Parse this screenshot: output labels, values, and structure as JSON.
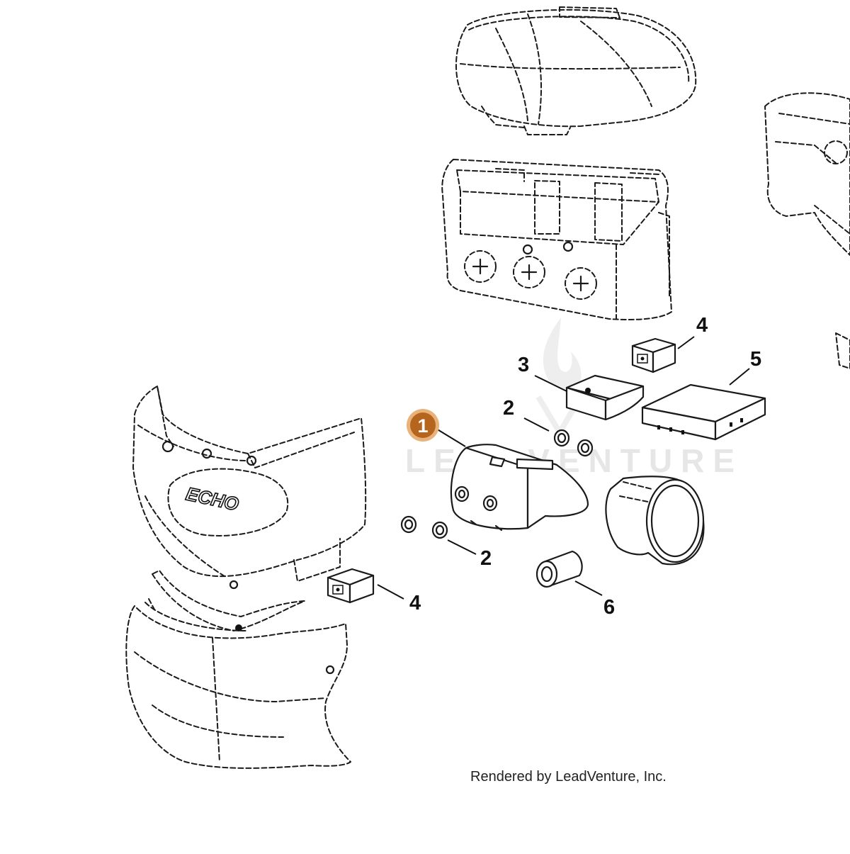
{
  "diagram": {
    "callouts": [
      {
        "id": "c1",
        "label": "1",
        "highlighted": true
      },
      {
        "id": "c2a",
        "label": "2"
      },
      {
        "id": "c2b",
        "label": "2"
      },
      {
        "id": "c3",
        "label": "3"
      },
      {
        "id": "c4a",
        "label": "4"
      },
      {
        "id": "c4b",
        "label": "4"
      },
      {
        "id": "c5",
        "label": "5"
      },
      {
        "id": "c6",
        "label": "6"
      }
    ],
    "brand_logo_text": "ECHO",
    "watermark_text": "LEADVENTURE",
    "credit": "Rendered by LeadVenture, Inc.",
    "colors": {
      "highlight_fill": "#b5651d",
      "highlight_ring": "#e8b27a",
      "line": "#1a1a1a",
      "watermark": "#e6e6e6"
    }
  }
}
